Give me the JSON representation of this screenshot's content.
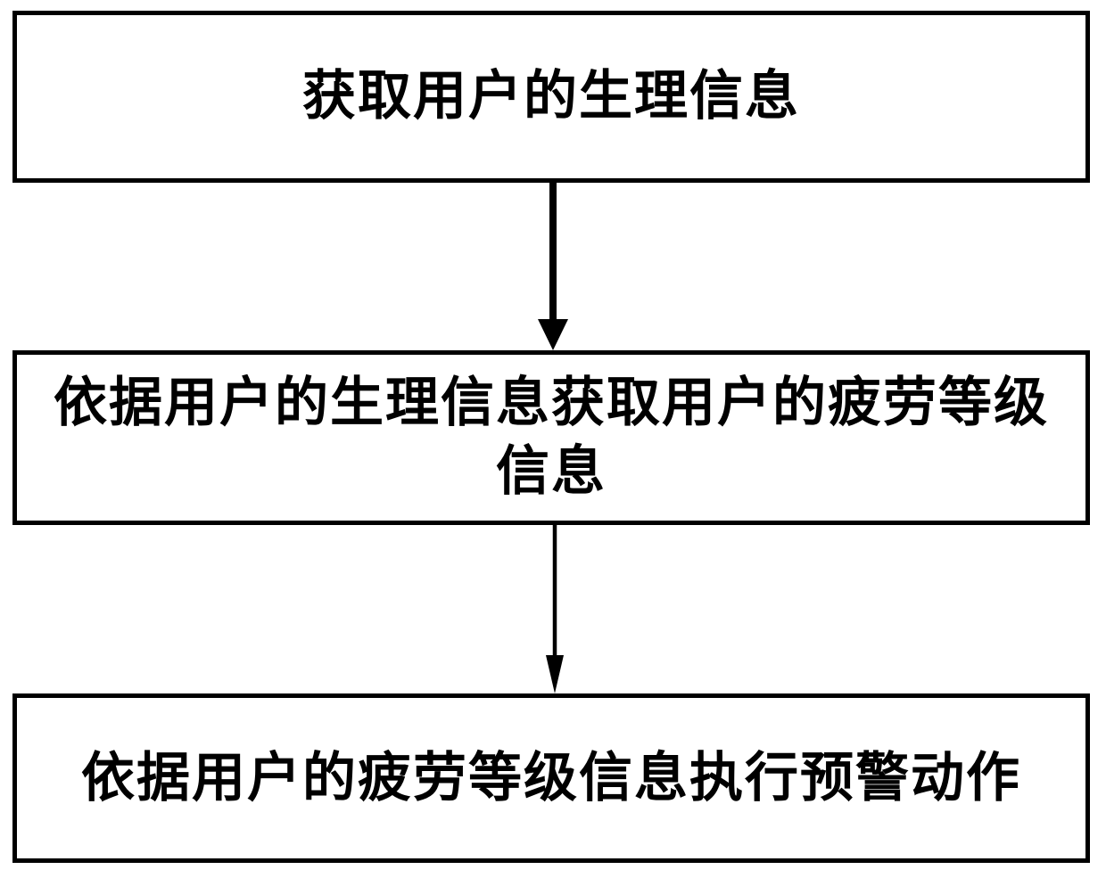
{
  "diagram": {
    "type": "flowchart",
    "background_color": "#ffffff",
    "border_color": "#000000",
    "text_color": "#000000",
    "boxes": [
      {
        "id": "step-1",
        "label": "获取用户的生理信息"
      },
      {
        "id": "step-2",
        "label": "依据用户的生理信息获取用户的疲劳等级信息"
      },
      {
        "id": "step-3",
        "label": "依据用户的疲劳等级信息执行预警动作"
      }
    ],
    "connectors": [
      {
        "from": "step-1",
        "to": "step-2",
        "style": "arrow-down"
      },
      {
        "from": "step-2",
        "to": "step-3",
        "style": "arrow-down"
      }
    ]
  }
}
